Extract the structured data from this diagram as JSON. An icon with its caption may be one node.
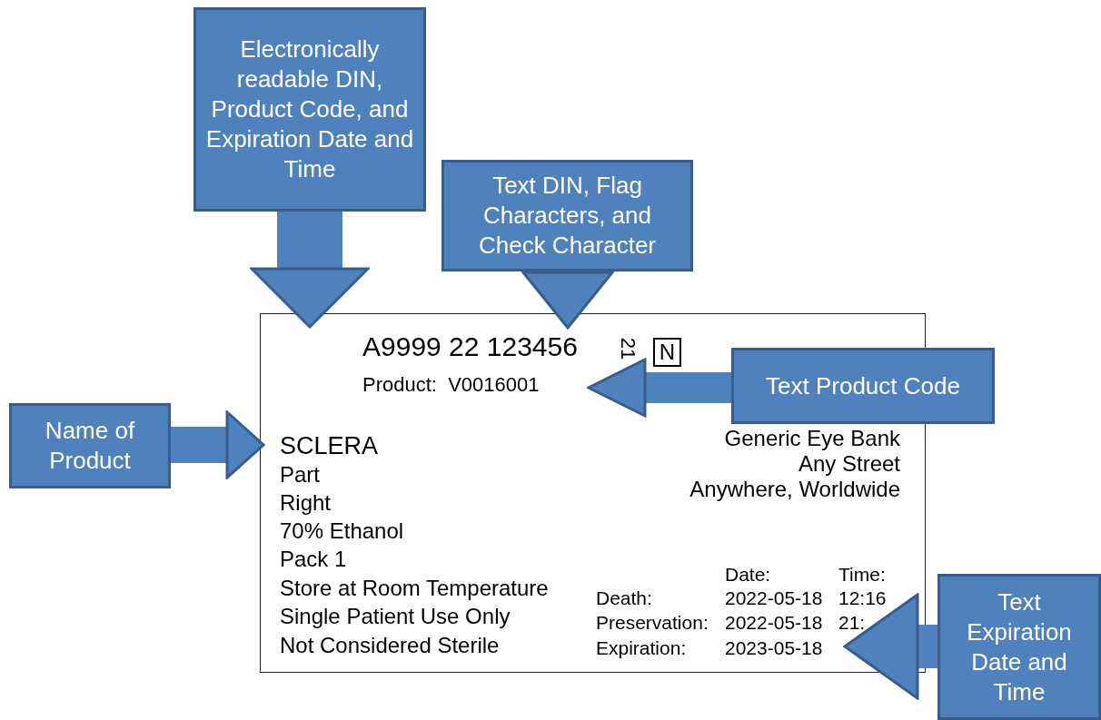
{
  "diagram": {
    "nodes": [
      {
        "text": [
          "Electronically readable DIN, Product Code, and Expiration Date and Time"
        ]
      },
      {
        "text": [
          "Text DIN, Flag Characters, and Check Character"
        ]
      },
      {
        "text": [
          "Name of Product"
        ]
      },
      {
        "text": [
          "Text Product Code"
        ]
      },
      {
        "text": [
          "Text Expiration Date and Time"
        ]
      },
      {
        "text": [],
        "shape": "box"
      },
      {
        "text": [
          "A9999 22 123456"
        ],
        "in": 5
      },
      {
        "text": [
          "21"
        ],
        "in": 5
      },
      {
        "text": [
          "N"
        ],
        "in": 5
      },
      {
        "text": [
          "Product:",
          "V0016001"
        ],
        "in": 5
      },
      {
        "text": [
          "SCLERA"
        ],
        "in": 5
      },
      {
        "text": [
          "2023-05-18"
        ],
        "in": 5
      }
    ],
    "edges": [
      {
        "from": 0,
        "to": 5,
        "arrow": "to",
        "style": "thick"
      },
      {
        "from": 1,
        "to": 6,
        "arrow": "to"
      },
      {
        "from": 2,
        "to": 10,
        "arrow": "to"
      },
      {
        "from": 3,
        "to": 9,
        "arrow": "to"
      },
      {
        "from": 4,
        "to": 11,
        "arrow": "to"
      }
    ],
    "labels": [
      "Generic Eye Bank",
      "Any Street",
      "Anywhere, Worldwide",
      "Part",
      "Right",
      "70% Ethanol",
      "Pack 1",
      "Store at Room Temperature",
      "Single Patient Use Only",
      "Not Considered Sterile",
      "Date:",
      "Time:",
      "Death:",
      "2022-05-18",
      "12:16",
      "Preservation:",
      "2022-05-18",
      "21:",
      "Expiration:"
    ]
  }
}
